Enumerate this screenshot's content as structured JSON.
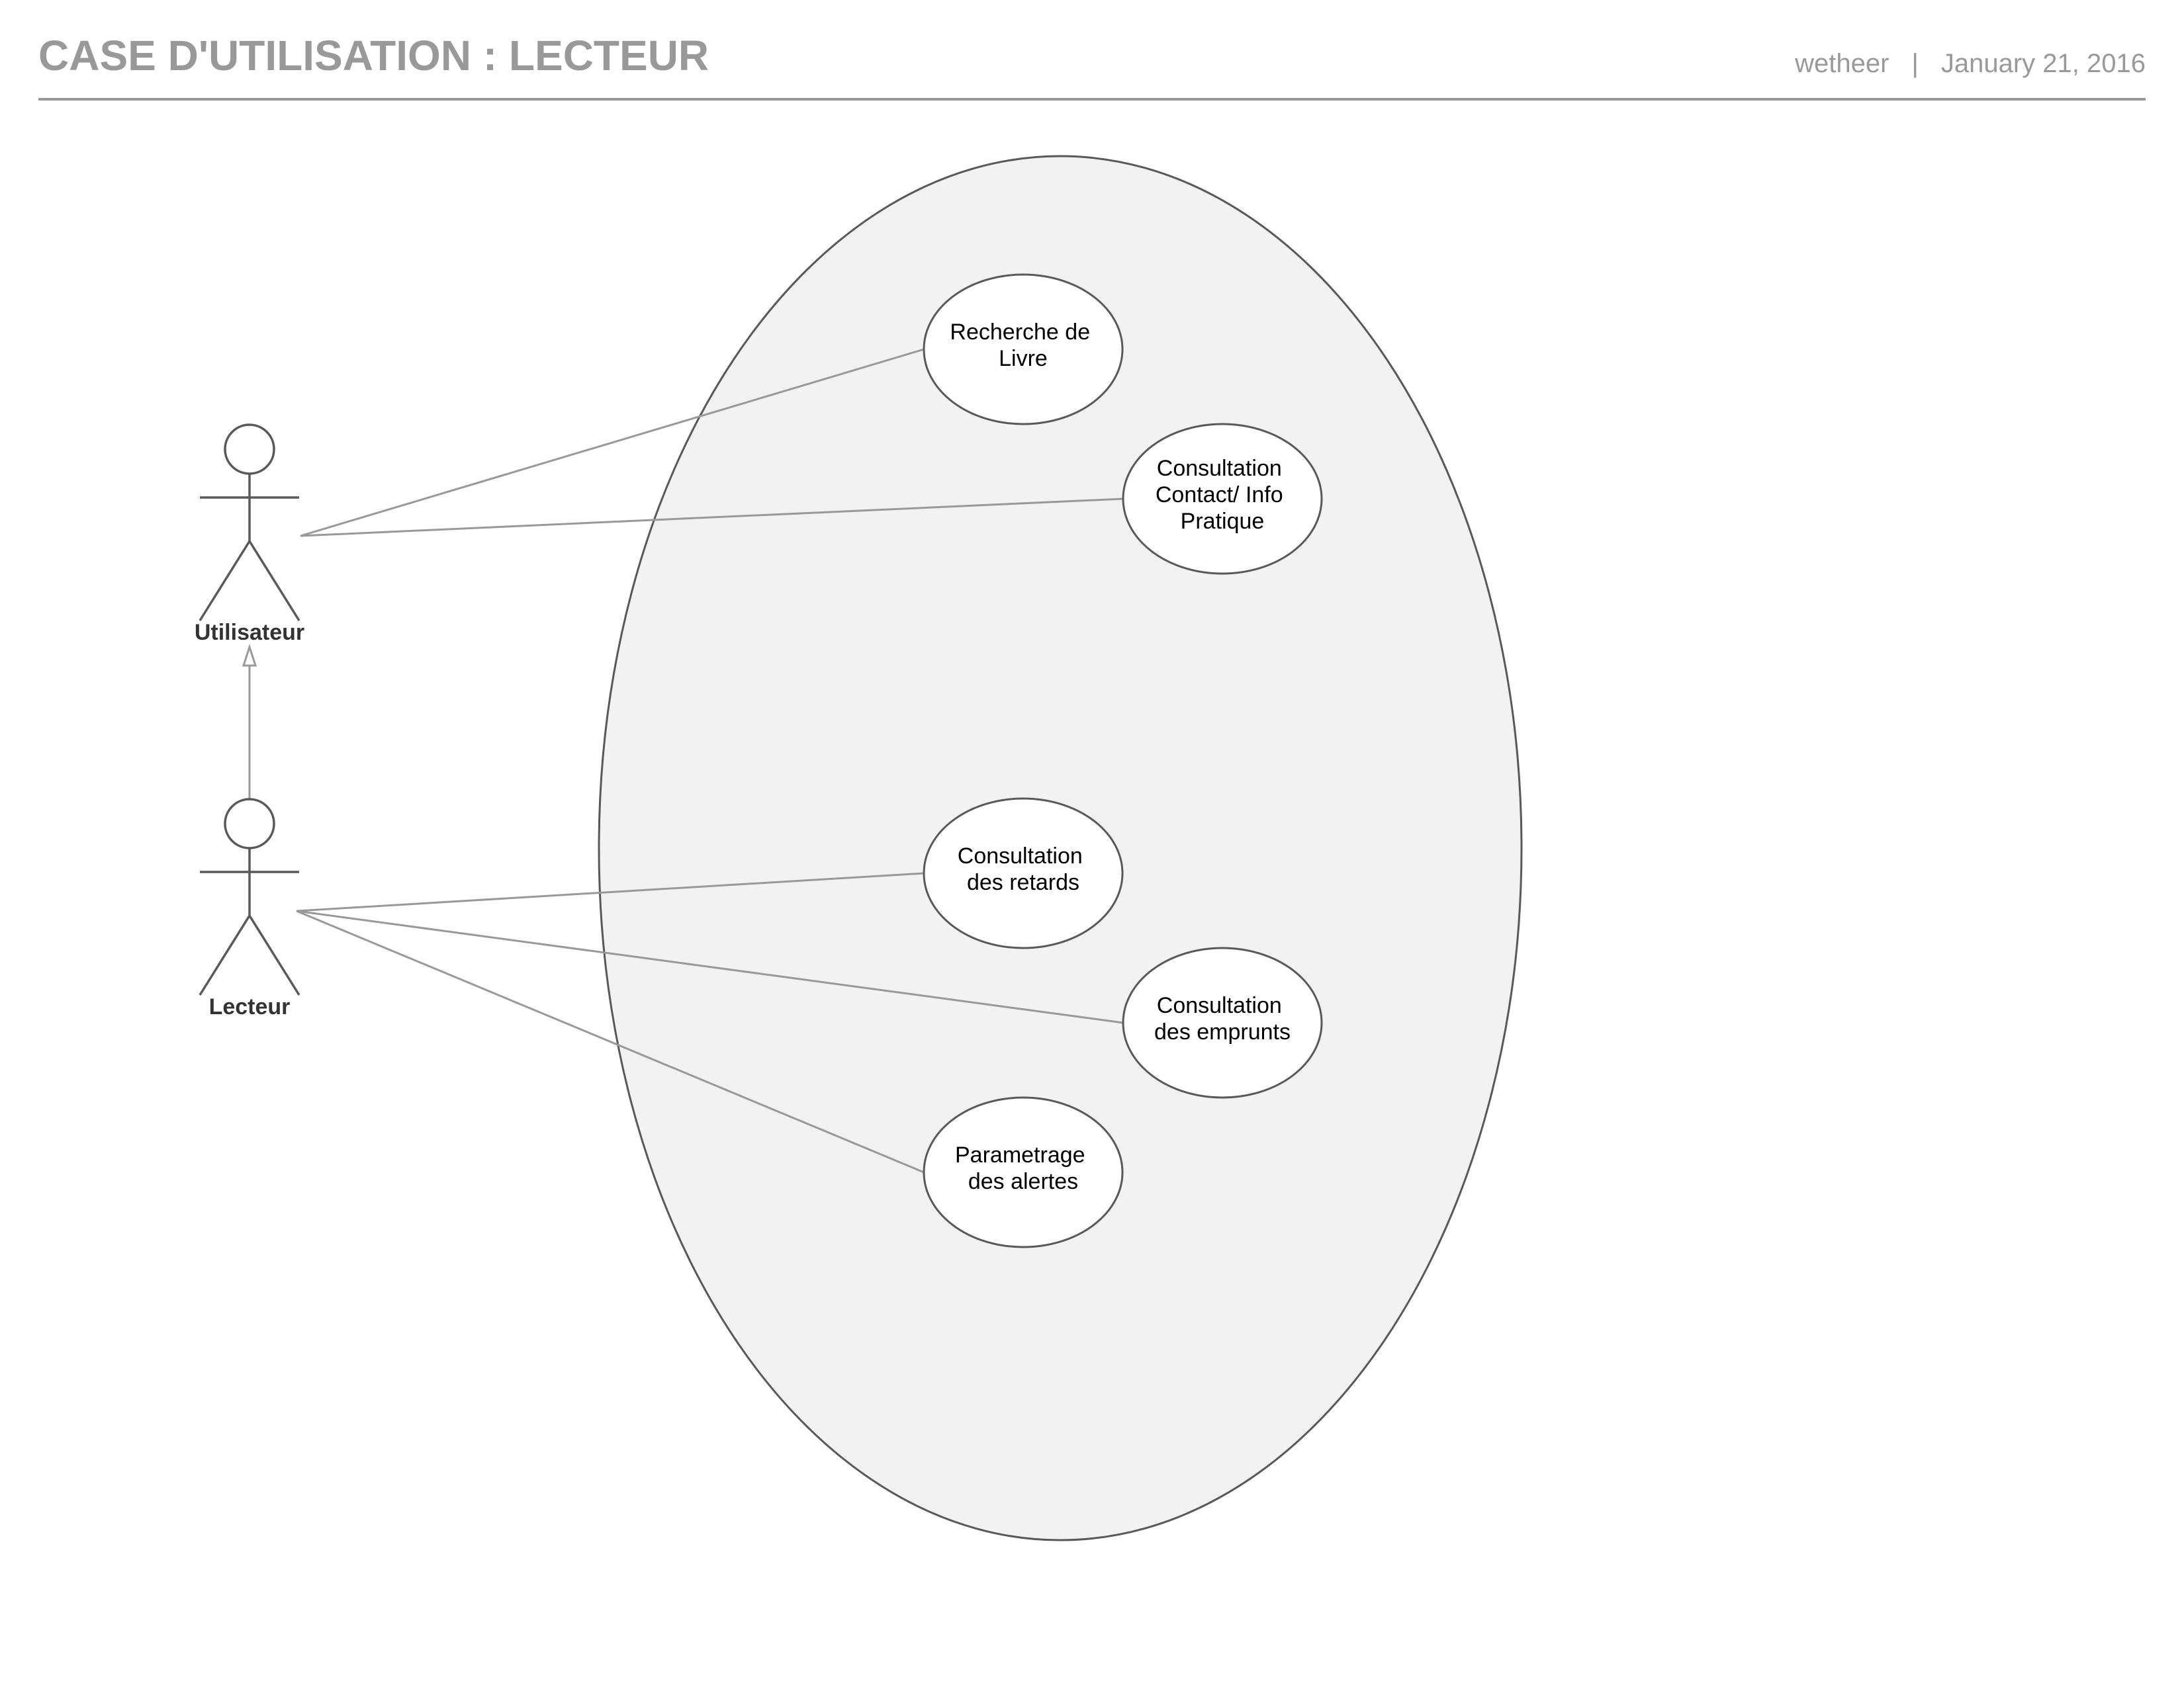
{
  "header": {
    "title": "CASE D'UTILISATION : LECTEUR",
    "author": "wetheer",
    "separator": "|",
    "date": "January 21, 2016"
  },
  "actors": [
    {
      "id": "utilisateur",
      "name": "Utilisateur"
    },
    {
      "id": "lecteur",
      "name": "Lecteur"
    }
  ],
  "generalization": {
    "from": "lecteur",
    "to": "utilisateur"
  },
  "use_cases": [
    {
      "id": "recherche",
      "lines": [
        "Recherche de",
        "Livre"
      ]
    },
    {
      "id": "contact",
      "lines": [
        "Consultation",
        "Contact/ Info",
        "Pratique"
      ]
    },
    {
      "id": "retards",
      "lines": [
        "Consultation",
        "des retards"
      ]
    },
    {
      "id": "emprunts",
      "lines": [
        "Consultation",
        "des emprunts"
      ]
    },
    {
      "id": "alertes",
      "lines": [
        "Parametrage",
        "des alertes"
      ]
    }
  ],
  "associations": [
    {
      "actor": "utilisateur",
      "use_case": "recherche"
    },
    {
      "actor": "utilisateur",
      "use_case": "contact"
    },
    {
      "actor": "lecteur",
      "use_case": "retards"
    },
    {
      "actor": "lecteur",
      "use_case": "emprunts"
    },
    {
      "actor": "lecteur",
      "use_case": "alertes"
    }
  ],
  "colors": {
    "header_text": "#999999",
    "system_fill": "#f2f2f2",
    "stroke": "#595959",
    "association_line": "#999999",
    "use_case_fill": "#ffffff"
  }
}
